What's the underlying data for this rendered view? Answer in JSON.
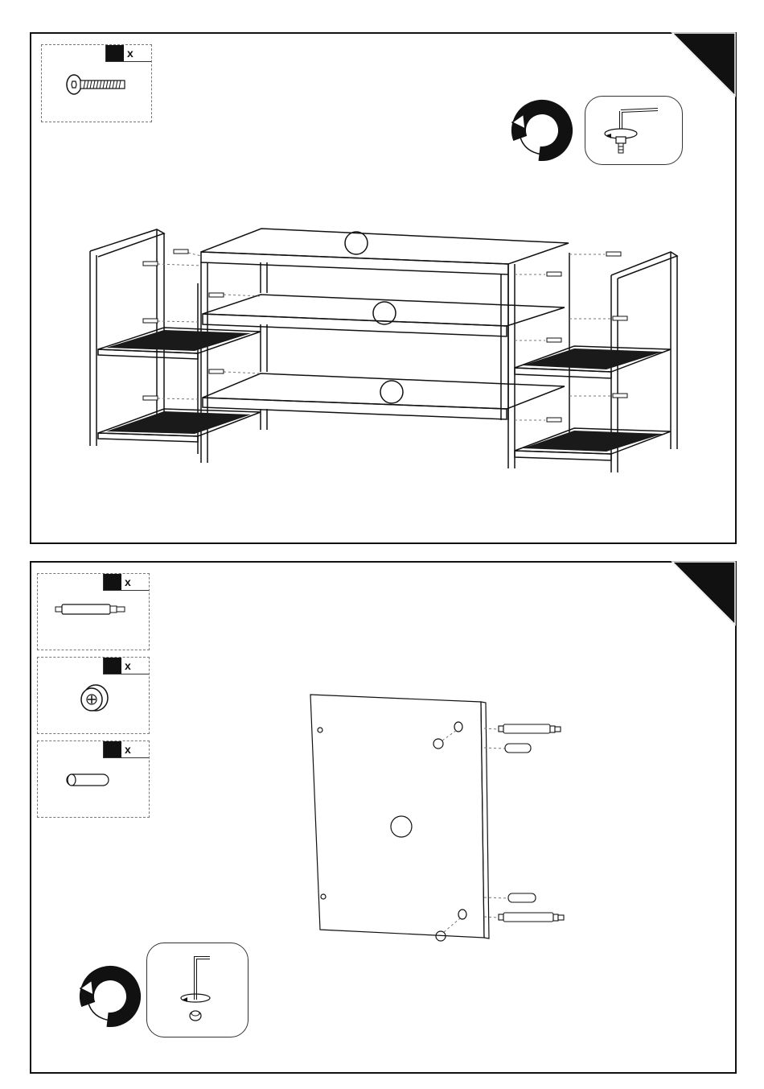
{
  "step1": {
    "hardware": [
      {
        "name": "bolt",
        "qty_symbol": "x"
      }
    ],
    "icons": [
      "rotate-arrow-icon",
      "allen-key-tighten-icon"
    ]
  },
  "step2": {
    "hardware": [
      {
        "name": "dowel-bolt",
        "qty_symbol": "x"
      },
      {
        "name": "cam-lock",
        "qty_symbol": "x"
      },
      {
        "name": "wooden-dowel",
        "qty_symbol": "x"
      }
    ],
    "icons": [
      "rotate-arrow-icon",
      "allen-key-tighten-icon"
    ]
  },
  "colors": {
    "line": "#111111",
    "fill_dark": "#1a1a1a",
    "dash": "#777777"
  }
}
